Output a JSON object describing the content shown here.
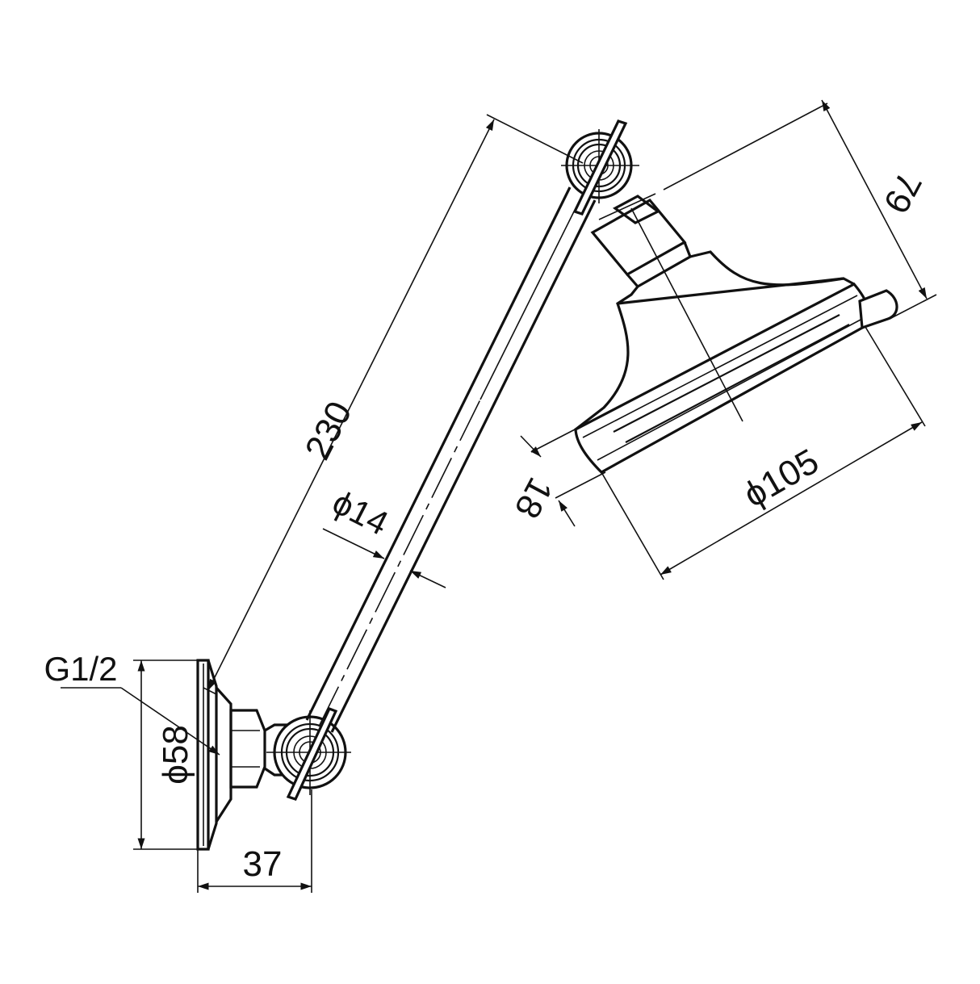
{
  "drawing": {
    "dimensions": {
      "arm_length": "230",
      "arm_diameter": "ϕ14",
      "head_diameter": "ϕ105",
      "head_thickness": "18",
      "head_height": "79",
      "flange_diameter": "ϕ58",
      "projection": "37",
      "thread": "G1/2"
    },
    "line_color": "#111111",
    "background": "#ffffff"
  }
}
